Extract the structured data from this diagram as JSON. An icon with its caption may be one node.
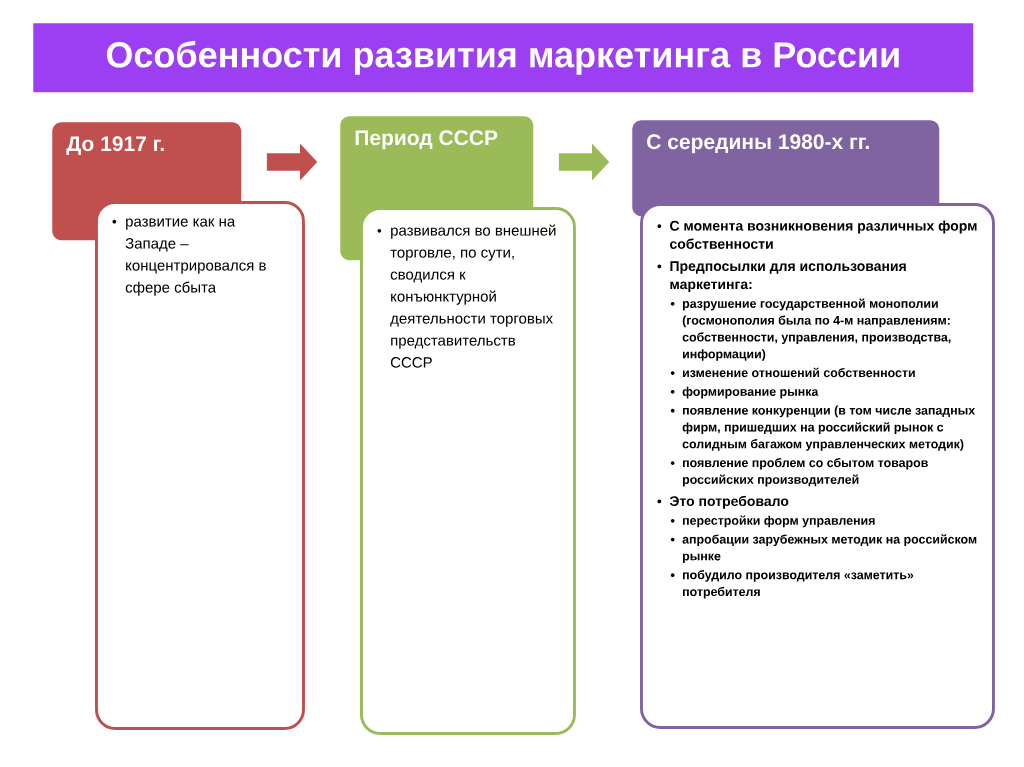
{
  "diagram": {
    "title": "Особенности развития маркетинга в России",
    "nodes": [
      {
        "text": [
          "До 1917 г."
        ]
      },
      {
        "text": [
          "развитие как на Западе – концентрировался в сфере сбыта"
        ]
      },
      {
        "text": [
          "Период СССР"
        ]
      },
      {
        "text": [
          "развивался во внешней торговле, по сути, сводился к конъюнктурной деятельности торговых представительств СССР"
        ]
      },
      {
        "text": [
          "С середины 1980-х гг."
        ]
      },
      {
        "text": [
          "С момента возникновения различных форм собственности",
          "Предпосылки для использования маркетинга:",
          "разрушение государственной монополии (госмонополия была по 4-м направлениям: собственности, управления, производства, информации)",
          "изменение отношений собственности",
          "формирование рынка",
          "появление конкуренции (в том числе западных фирм, пришедших на российский рынок с солидным багажом управленческих методик)",
          "появление проблем со сбытом товаров российских производителей",
          "Это потребовало",
          "перестройки форм управления",
          "апробации зарубежных методик на российском рынке",
          "побудило производителя «заметить» потребителя"
        ]
      }
    ],
    "edges": [
      {
        "from": 0,
        "to": 2,
        "arrow": "to",
        "color": "#c0504d"
      },
      {
        "from": 2,
        "to": 4,
        "arrow": "to",
        "color": "#9bbb59"
      }
    ]
  }
}
